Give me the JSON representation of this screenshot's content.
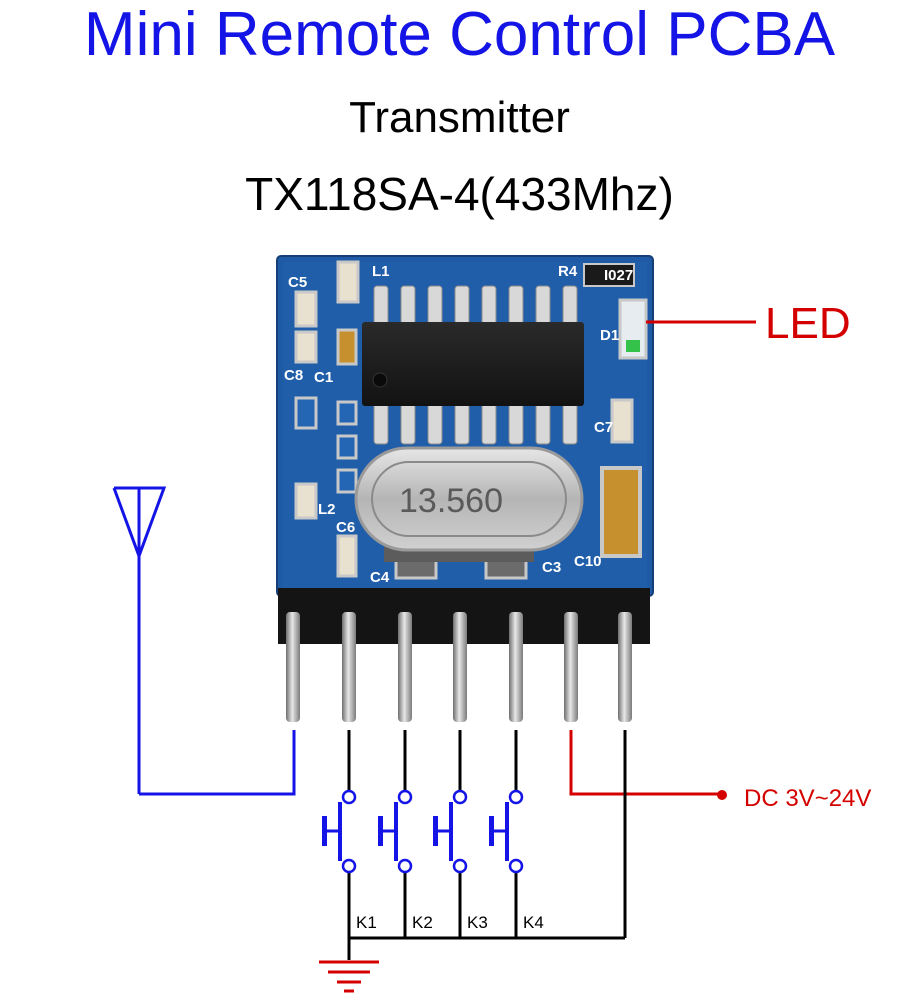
{
  "header": {
    "title": "Mini Remote Control PCBA",
    "subtitle": "Transmitter",
    "model": "TX118SA-4(433Mhz)"
  },
  "labels": {
    "led": "LED",
    "power": "DC 3V~24V",
    "keys": [
      "K1",
      "K2",
      "K3",
      "K4"
    ]
  },
  "board": {
    "crystal": "13.560",
    "silkscreen": [
      "C5",
      "L1",
      "R4",
      "D1",
      "C8",
      "C1",
      "C7",
      "L2",
      "C6",
      "C4",
      "C3",
      "C10"
    ],
    "marking": "I027"
  },
  "colors": {
    "title": "#1414e6",
    "antenna_wire": "#1414e6",
    "power_wire": "#d40000",
    "pcb": "#1f5aa6"
  }
}
